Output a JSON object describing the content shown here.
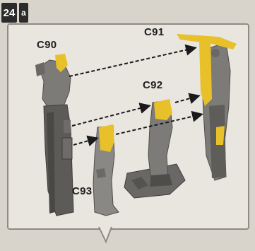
{
  "step": {
    "number": "24",
    "sub": "a"
  },
  "parts": [
    {
      "id": "c90",
      "label": "C90"
    },
    {
      "id": "c91",
      "label": "C91"
    },
    {
      "id": "c92",
      "label": "C92"
    },
    {
      "id": "c93",
      "label": "C93"
    }
  ],
  "colors": {
    "glue_highlight": "#e8c12a",
    "part_grey": "#7d7b78",
    "dark_grey": "#4f4d4a",
    "arrow": "#1a1a1a"
  }
}
